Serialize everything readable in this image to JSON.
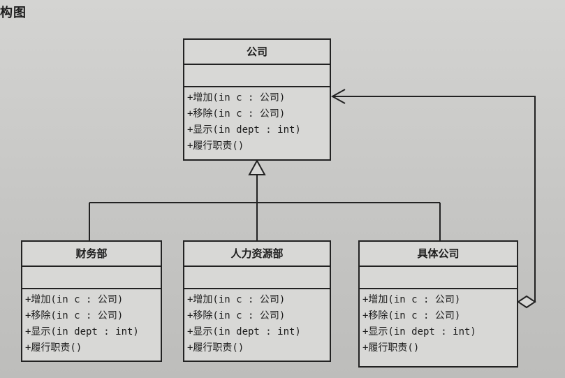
{
  "heading": "构图",
  "classes": {
    "company": {
      "name": "公司",
      "ops": [
        "+增加(in c : 公司)",
        "+移除(in c : 公司)",
        "+显示(in dept : int)",
        "+履行职责()"
      ]
    },
    "finance": {
      "name": "财务部",
      "ops": [
        "+增加(in c : 公司)",
        "+移除(in c : 公司)",
        "+显示(in dept : int)",
        "+履行职责()"
      ]
    },
    "hr": {
      "name": "人力资源部",
      "ops": [
        "+增加(in c : 公司)",
        "+移除(in c : 公司)",
        "+显示(in dept : int)",
        "+履行职责()"
      ]
    },
    "concrete": {
      "name": "具体公司",
      "ops": [
        "+增加(in c : 公司)",
        "+移除(in c : 公司)",
        "+显示(in dept : int)",
        "+履行职责()"
      ]
    }
  },
  "colors": {
    "line": "#222222",
    "box_fill": "#d8d8d6",
    "page": "#c9c9c7"
  }
}
